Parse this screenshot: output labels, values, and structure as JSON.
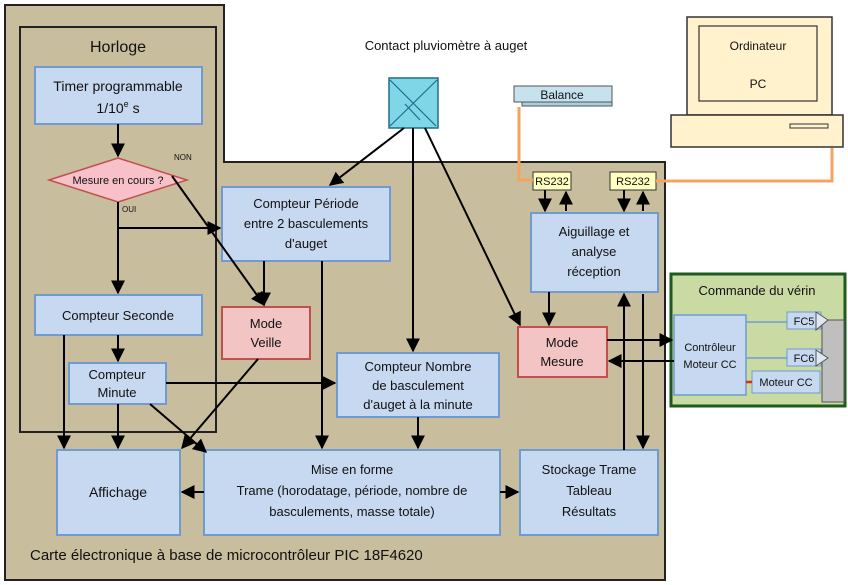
{
  "board": {
    "caption": "Carte électronique à base de microcontrôleur PIC 18F4620"
  },
  "clock": {
    "title": "Horloge",
    "timer_line1": "Timer programmable",
    "timer_line2": "1/10",
    "timer_sup": "e",
    "timer_unit": " s",
    "decision": "Mesure en cours ?",
    "label_non": "NON",
    "label_oui": "OUI"
  },
  "blocks": {
    "periode": [
      "Compteur Période",
      "entre 2 basculements",
      "d'auget"
    ],
    "seconde": "Compteur Seconde",
    "veille": [
      "Mode",
      "Veille"
    ],
    "minute": [
      "Compteur",
      "Minute"
    ],
    "nombre": [
      "Compteur Nombre",
      "de basculement",
      "d'auget à la minute"
    ],
    "mise_en_forme": [
      "Mise en forme",
      "Trame (horodatage, période, nombre de",
      "basculements, masse totale)"
    ],
    "affichage": "Affichage",
    "stockage": [
      "Stockage Trame",
      "Tableau",
      "Résultats"
    ],
    "aiguillage": [
      "Aiguillage et",
      "analyse",
      "réception"
    ],
    "mesure": [
      "Mode",
      "Mesure"
    ],
    "rs232_left": "RS232",
    "rs232_right": "RS232"
  },
  "external": {
    "contact_label": "Contact pluviomètre à auget",
    "balance": "Balance",
    "computer_line1": "Ordinateur",
    "computer_line2": "PC"
  },
  "verin": {
    "title": "Commande du vérin",
    "controller": [
      "Contrôleur",
      "Moteur CC"
    ],
    "fc5": "FC5",
    "fc6": "FC6",
    "motor": "Moteur CC"
  },
  "colors": {
    "board_fill": "#c8bd9c",
    "block_fill": "#c6d9f0",
    "block_stroke": "#6f9bd1",
    "mode_fill": "#f2c4c4",
    "mode_stroke": "#c0504d",
    "decision_fill": "#f8c0c8",
    "rs232_fill": "#ffffc0",
    "serial_wire": "#f4a460",
    "verin_fill": "#c9dba3",
    "verin_stroke": "#1e5a1e",
    "pc_fill": "#fff2cc"
  }
}
